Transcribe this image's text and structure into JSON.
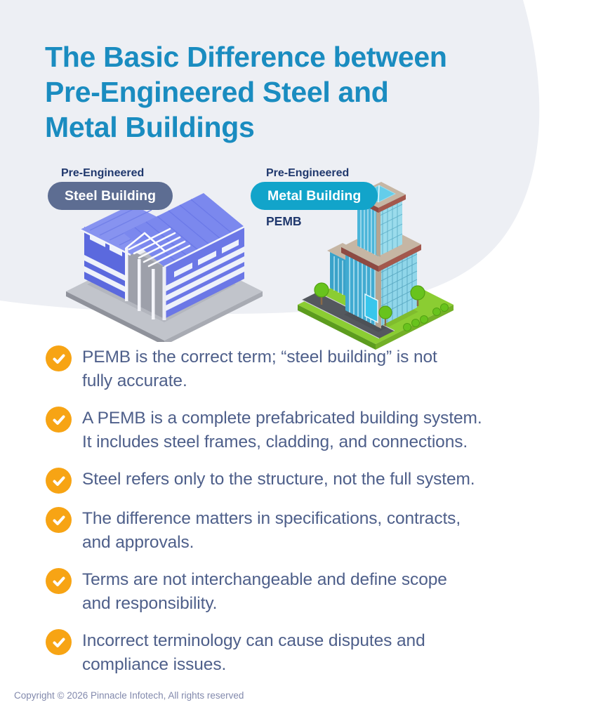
{
  "title": {
    "text": "The Basic Difference between\nPre-Engineered Steel and\nMetal Buildings"
  },
  "comparison": {
    "left": {
      "eyebrow": "Pre-Engineered",
      "pill_label": "Steel Building",
      "illustration": "steel-warehouse"
    },
    "right": {
      "eyebrow": "Pre-Engineered",
      "pill_label": "Metal Building",
      "caption": "PEMB",
      "illustration": "metal-office-tower"
    }
  },
  "bullets": [
    {
      "text": "PEMB is the correct term; “steel building” is not\nfully accurate."
    },
    {
      "text": "A PEMB is a complete prefabricated building system.\nIt includes steel frames, cladding, and connections."
    },
    {
      "text": "Steel refers only to the structure, not the full system."
    },
    {
      "text": "The difference matters in specifications, contracts,\nand approvals."
    },
    {
      "text": "Terms are not interchangeable and define scope\nand responsibility."
    },
    {
      "text": "Incorrect terminology can cause disputes and\ncompliance issues."
    }
  ],
  "footer": {
    "copyright": "Copyright © 2026 Pinnacle Infotech, All rights reserved"
  },
  "colors": {
    "title_blue": "#1a8cc0",
    "navy": "#20386d",
    "body_text": "#4e5f8a",
    "check_orange": "#f7a414",
    "pill_slate": "#5d6d92",
    "pill_teal": "#12a4ca",
    "blob_gray": "#edeff4",
    "footer_text": "#8289ac"
  }
}
